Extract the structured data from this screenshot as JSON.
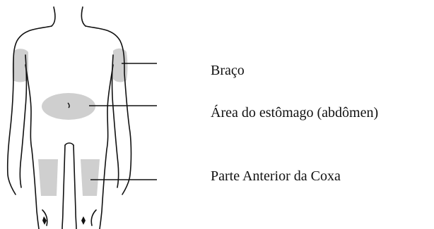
{
  "labels": {
    "arm": "Braço",
    "abdomen": "Área do estômago (abdômen)",
    "thigh": "Parte Anterior da Coxa"
  },
  "colors": {
    "outline": "#111111",
    "injection_zone": "#cfcfcf",
    "background": "#ffffff"
  },
  "icons": {
    "figure": "human-body-front-outline"
  }
}
